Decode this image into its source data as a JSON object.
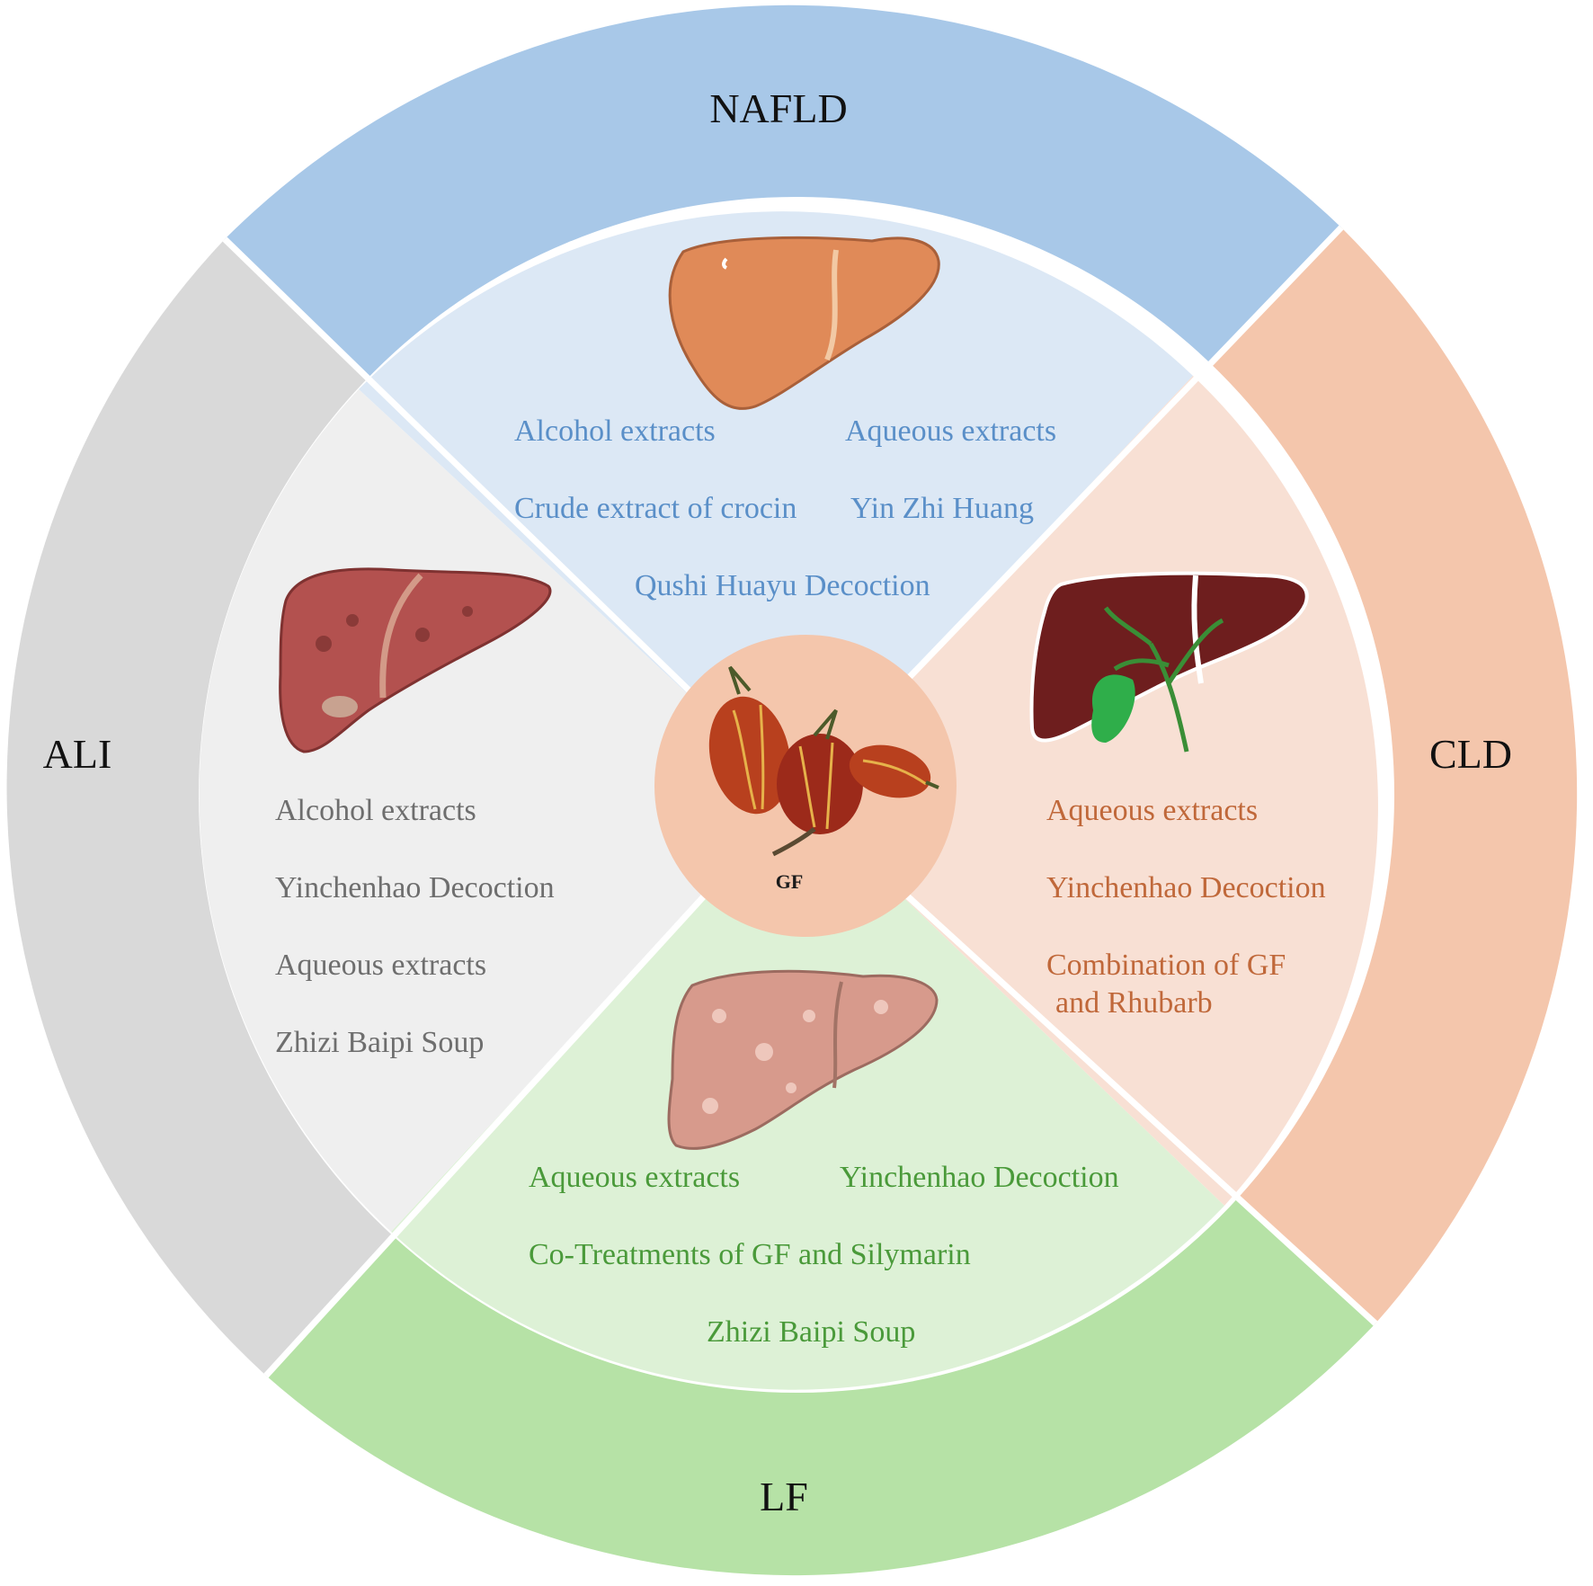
{
  "center": {
    "label": "GF"
  },
  "colors": {
    "nafld_outer": "#A8C8E8",
    "nafld_inner": "#DCE8F5",
    "nafld_text": "#5A8FC8",
    "cld_outer": "#F4C6AC",
    "cld_inner": "#F8E0D4",
    "cld_text": "#C0683A",
    "lf_outer": "#B6E2A6",
    "lf_inner": "#DDF1D6",
    "lf_text": "#4A9A3A",
    "ali_outer": "#D9D9D9",
    "ali_inner": "#EFEFEF",
    "ali_text": "#6E6E6E",
    "center_fill": "#F4C6AC"
  },
  "segments": {
    "nafld": {
      "title": "NAFLD",
      "icon": "healthy-liver-icon",
      "items": [
        "Alcohol extracts",
        "Aqueous extracts",
        "Crude extract of crocin",
        "Yin Zhi Huang",
        "Qushi Huayu Decoction"
      ]
    },
    "cld": {
      "title": "CLD",
      "icon": "cholestatic-liver-icon",
      "items": [
        "Aqueous extracts",
        "Yinchenhao Decoction",
        "Combination of GF",
        "and Rhubarb"
      ]
    },
    "lf": {
      "title": "LF",
      "icon": "fibrotic-liver-icon",
      "items": [
        "Aqueous extracts",
        "Yinchenhao Decoction",
        "Co-Treatments of GF and Silymarin",
        "Zhizi Baipi Soup"
      ]
    },
    "ali": {
      "title": "ALI",
      "icon": "injured-liver-icon",
      "items": [
        "Alcohol extracts",
        "Yinchenhao Decoction",
        "Aqueous extracts",
        "Zhizi Baipi Soup"
      ]
    }
  }
}
